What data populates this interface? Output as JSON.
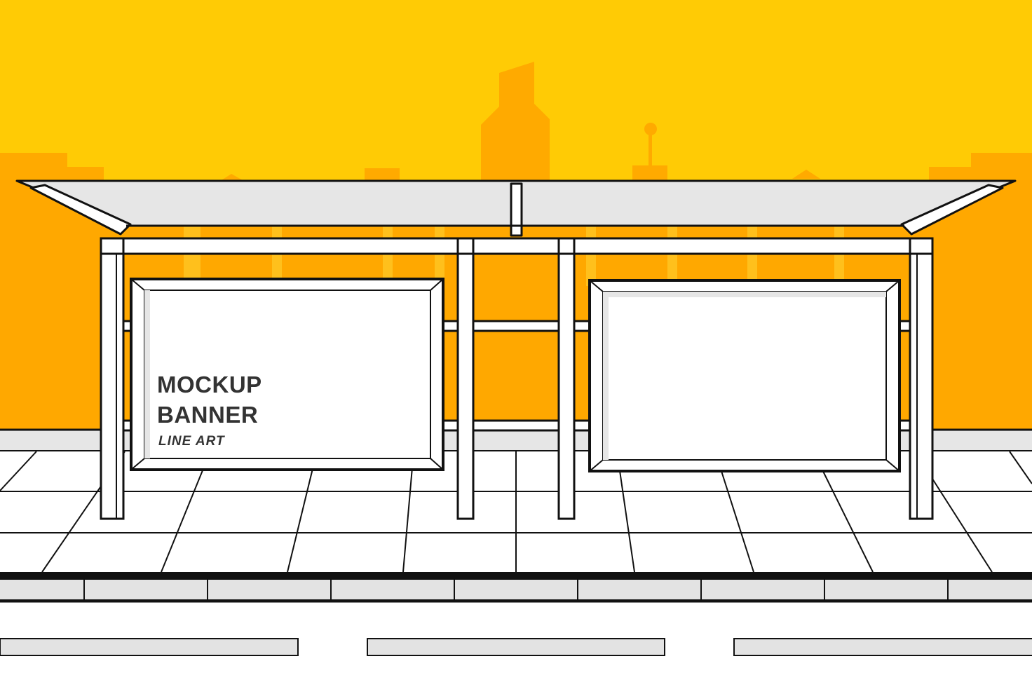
{
  "banner": {
    "line1": "MOCKUP",
    "line2": "BANNER",
    "line3": "LINE ART"
  },
  "colors": {
    "sky": "#FFCB05",
    "wall": "#FFA800",
    "skyline": "#FFAA00",
    "outline": "#111111",
    "panel": "#ffffff",
    "roof": "#E6E6E6",
    "curb": "#E3E3E3",
    "text": "#333333"
  }
}
